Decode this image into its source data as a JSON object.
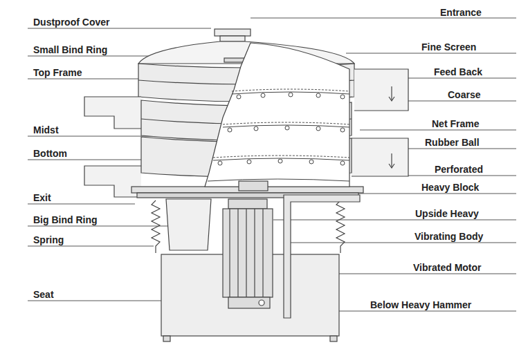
{
  "diagram": {
    "labels": [
      "Entrance",
      "Dustproof Cover",
      "Fine Screen",
      "Small Bind Ring",
      "Feed Back",
      "Top Frame",
      "Coarse",
      "Net Frame",
      "Midst",
      "Rubber Ball",
      "Bottom",
      "Perforated",
      "Heavy Block",
      "Exit",
      "Upside Heavy",
      "Big Bind Ring",
      "Spring",
      "Vibrating Body",
      "Vibrated Motor",
      "Seat",
      "Below Heavy Hammer"
    ]
  }
}
